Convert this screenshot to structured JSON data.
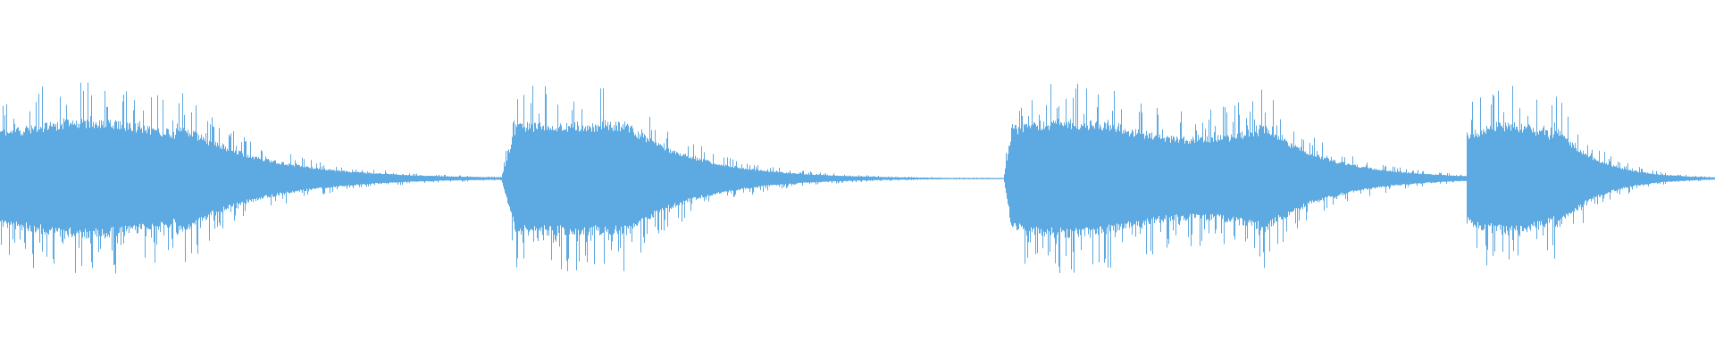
{
  "waveform": {
    "color": "#5DA9E1",
    "background": "#FFFFFF",
    "duration_s": 1.0,
    "events": [
      {
        "start": 0.0,
        "end": 0.292,
        "peak_amplitude": 1.0,
        "envelope": "sustain-decay"
      },
      {
        "start": 0.292,
        "end": 0.585,
        "peak_amplitude": 0.95,
        "envelope": "attack-decay"
      },
      {
        "start": 0.585,
        "end": 0.855,
        "peak_amplitude": 1.0,
        "envelope": "double-hump-decay"
      },
      {
        "start": 0.855,
        "end": 1.0,
        "peak_amplitude": 0.95,
        "envelope": "sustain-decay"
      }
    ]
  }
}
